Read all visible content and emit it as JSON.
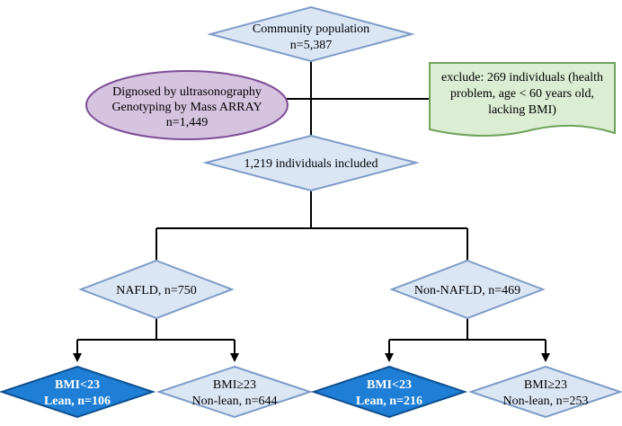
{
  "nodes": {
    "community": {
      "line1": "Community population",
      "line2": "n=5,387"
    },
    "diagnosed": {
      "line1": "Dignosed by ultrasonography",
      "line2": "Genotyping by Mass ARRAY",
      "line3": "n=1,449"
    },
    "exclude": {
      "line1": "exclude: 269 individuals (health",
      "line2": "problem, age < 60 years old,",
      "line3": "lacking BMI)"
    },
    "included": {
      "line1": "1,219 individuals included"
    },
    "nafld": {
      "line1": "NAFLD, n=750"
    },
    "non_nafld": {
      "line1": "Non-NAFLD, n=469"
    },
    "nafld_lean": {
      "line1": "BMI<23",
      "line2": "Lean, n=106"
    },
    "nafld_nonlean": {
      "line1": "BMI≥23",
      "line2": "Non-lean, n=644"
    },
    "non_nafld_lean": {
      "line1": "BMI<23",
      "line2": "Lean, n=216"
    },
    "non_nafld_nonlean": {
      "line1": "BMI≥23",
      "line2": "Non-lean, n=253"
    }
  },
  "colors": {
    "diamond_fill": "#dbe6f5",
    "diamond_stroke": "#7d9bc7",
    "dark_diamond_fill": "#1f7fd6",
    "dark_diamond_stroke": "#0d4f8f",
    "ellipse_fill": "#d6c3e0",
    "ellipse_stroke": "#7d4e96",
    "doc_fill": "#dbedd3",
    "doc_stroke": "#6fa35a",
    "line": "#000000"
  }
}
